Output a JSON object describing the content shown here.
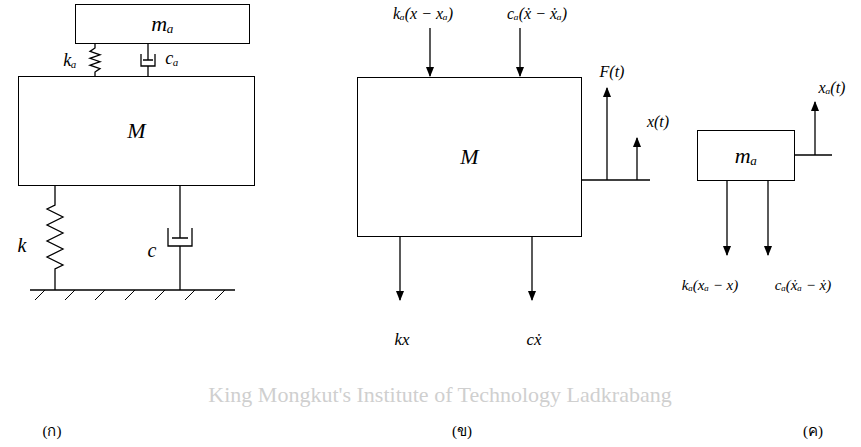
{
  "diagram": {
    "nodes": [
      {
        "text": [
          "mₐ"
        ]
      },
      {
        "text": [
          "M"
        ]
      },
      {
        "text": [
          "M"
        ]
      },
      {
        "text": [
          "mₐ"
        ]
      }
    ],
    "edges": [
      {
        "from": 0,
        "to": 1,
        "arrow": "none",
        "label": "kₐ"
      },
      {
        "from": 0,
        "to": 1,
        "arrow": "none",
        "label": "cₐ"
      }
    ],
    "labels": [
      "k",
      "c",
      "(ก)",
      "kₐ(x − xₐ)",
      "cₐ(ẋ − ẋₐ)",
      "F(t)",
      "x(t)",
      "kx",
      "cẋ",
      "(ข)",
      "xₐ(t)",
      "kₐ(xₐ − x)",
      "cₐ(ẋₐ − ẋ)",
      "(ค)",
      "King Mongkut's Institute of Technology Ladkrabang"
    ]
  }
}
